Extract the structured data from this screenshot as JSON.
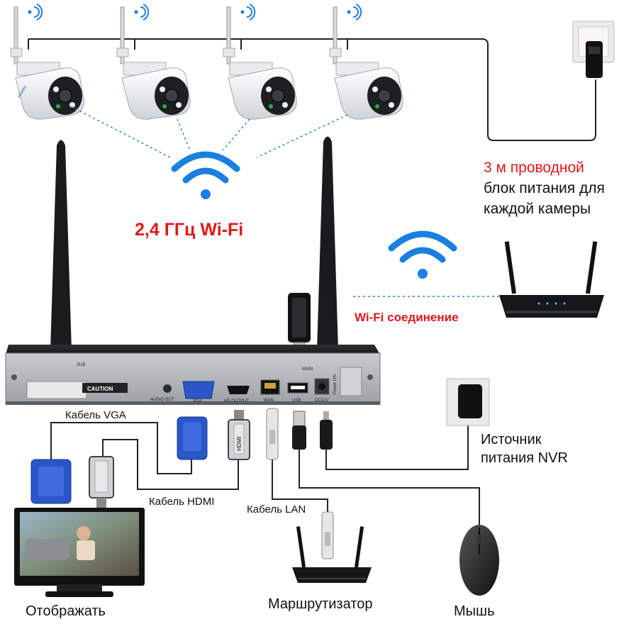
{
  "wifi_band_label": "2,4 ГГц Wi-Fi",
  "wifi_connection_label": "Wi-Fi соединение",
  "camera_power": {
    "line1": "3 м проводной",
    "line2": "блок питания для",
    "line3": "каждой камеры"
  },
  "nvr_power": {
    "line1": "Источник",
    "line2": "питания NVR"
  },
  "cables": {
    "vga": "Кабель VGA",
    "hdmi": "Кабель HDMI",
    "lan": "Кабель LAN"
  },
  "devices": {
    "display": "Отображать",
    "router": "Маршрутизатор",
    "mouse": "Мышь"
  },
  "nvr_panel": {
    "caution": "CAUTION",
    "audio_out": "AUDIO OUT",
    "vga": "VGA",
    "hd_output": "HD OUTPUT",
    "wan": "WAN",
    "usb": "USB",
    "dc12v": "DC12V",
    "power": "Power ON",
    "sub": "SUB",
    "main": "MAIN",
    "hdmi_plug": "HDMI"
  },
  "camera_brand": "Hiseeu",
  "colors": {
    "accent_red": "#e01818",
    "wifi_blue": "#1a7fe0",
    "vga_blue": "#2a56c8",
    "cable": "#222222"
  }
}
